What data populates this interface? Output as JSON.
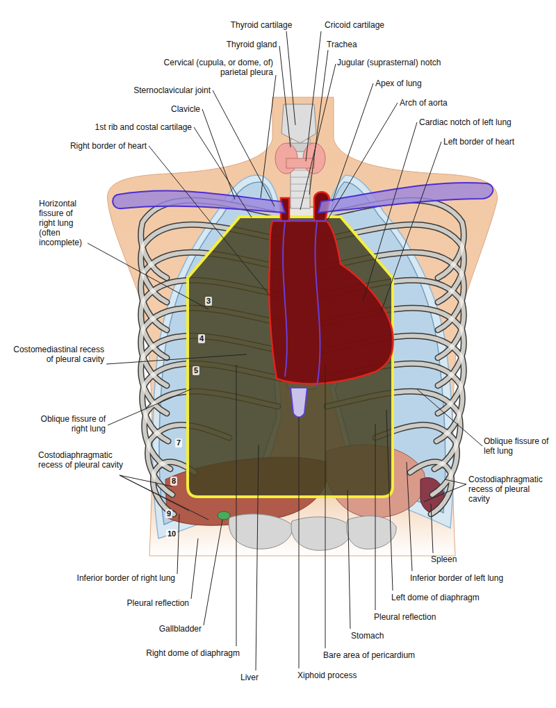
{
  "diagram": {
    "labels": [
      "Thyroid cartilage",
      "Cricoid cartilage",
      "Thyroid gland",
      "Trachea",
      "Cervical (cupula, or dome, of) parietal pleura",
      "Jugular (suprasternal) notch",
      "Apex of lung",
      "Sternoclavicular joint",
      "Arch of aorta",
      "Clavicle",
      "Cardiac notch of left lung",
      "1st rib and costal cartilage",
      "Left border of heart",
      "Right border of heart",
      "Horizontal fissure of right lung (often incomplete)",
      "Costomediastinal recess of pleural cavity",
      "Oblique fissure of right lung",
      "Costodiaphragmatic recess of pleural cavity",
      "Oblique fissure of left lung",
      "Costodiaphragmatic recess of pleural cavity",
      "Inferior border of right lung",
      "Pleural reflection",
      "Gallbladder",
      "Right dome of diaphragm",
      "Liver",
      "Xiphoid process",
      "Bare area of pericardium",
      "Stomach",
      "Pleural reflection",
      "Left dome of diaphragm",
      "Inferior border of left lung",
      "Spleen",
      "3",
      "4",
      "5",
      "7",
      "8",
      "9",
      "10"
    ]
  }
}
